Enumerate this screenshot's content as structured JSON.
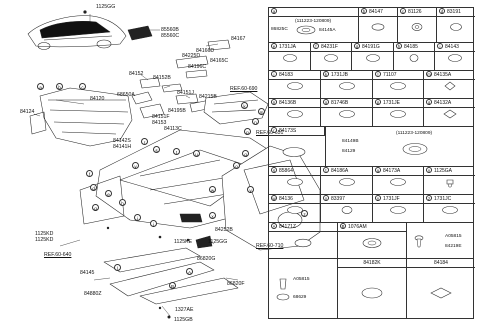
{
  "callouts": {
    "c1125GG": "1125GG",
    "c85560B": "85560B",
    "c85560C": "85560C",
    "c84167": "84167",
    "c84166D": "84166D",
    "c84225D": "84225D",
    "c84165C": "84165C",
    "c84196C": "84196C",
    "c84152": "84152",
    "c84152B": "84152B",
    "c84151J": "84151J",
    "c84215B": "84215B",
    "c84120": "84120",
    "c68650A": "68650A",
    "c84124": "84124",
    "c84151F": "84151F",
    "c84153": "84153",
    "c84195B": "84195B",
    "c84113C": "84113C",
    "c84142S": "84142S",
    "c84141H": "84141H",
    "c84252B": "84252B",
    "c1125KE": "1125KE",
    "c1125GG_2": "1125GG",
    "c1125KD_a": "1125KD",
    "c1125KD_b": "1125KD",
    "c86820G": "86820G",
    "c84145": "84145",
    "c86820F": "86820F",
    "c84880Z": "84880Z",
    "c1327AE": "1327AE",
    "c1125GB": "1125GB"
  },
  "refs": {
    "r690": "REF.60-690",
    "r651": "REF.60-651",
    "r640": "REF.60-640",
    "r710": "REF.60-710"
  },
  "bubbles": [
    "a",
    "b",
    "c",
    "d",
    "e",
    "f",
    "g",
    "h",
    "i",
    "j",
    "k",
    "l",
    "m",
    "n",
    "o",
    "p",
    "q",
    "r",
    "s",
    "t",
    "u",
    "v",
    "w",
    "x",
    "y",
    "z",
    "A",
    "B"
  ],
  "table": {
    "rowA": {
      "id": "a",
      "sub": "(111223-120809)",
      "p1": "86825C",
      "p2": "84145A"
    },
    "row1": [
      {
        "id": "b",
        "num": "84147"
      },
      {
        "id": "c",
        "num": "81126"
      },
      {
        "id": "d",
        "num": "83191"
      }
    ],
    "row2": [
      {
        "id": "e",
        "num": "1731JA"
      },
      {
        "id": "f",
        "num": "84231F"
      },
      {
        "id": "g",
        "num": "84191G"
      },
      {
        "id": "h",
        "num": "84185"
      },
      {
        "id": "i",
        "num": "84143"
      }
    ],
    "row3": [
      {
        "id": "j",
        "num": "84183"
      },
      {
        "id": "k",
        "num": "1731JB"
      },
      {
        "id": "l",
        "num": "71107"
      },
      {
        "id": "m",
        "num": "84135A"
      }
    ],
    "row4": [
      {
        "id": "n",
        "num": "84136B"
      },
      {
        "id": "o",
        "num": "81746B"
      },
      {
        "id": "p",
        "num": "1731JE"
      },
      {
        "id": "q",
        "num": "84132A"
      }
    ],
    "rowR": {
      "id": "r",
      "num": "84173S",
      "sub": "(111223-120809)",
      "p1": "84149B",
      "p2": "84129"
    },
    "row5": [
      {
        "id": "s",
        "num": "85864"
      },
      {
        "id": "t",
        "num": "84186A"
      },
      {
        "id": "u",
        "num": "84173A"
      },
      {
        "id": "v",
        "num": "1125GA"
      }
    ],
    "row6": [
      {
        "id": "w",
        "num": "84136"
      },
      {
        "id": "x",
        "num": "83397"
      },
      {
        "id": "y",
        "num": "1731JF"
      },
      {
        "id": "z",
        "num": "1731JC"
      }
    ],
    "row7": {
      "c1": {
        "id": "A",
        "num": "84171Z"
      },
      "c2": {
        "id": "B",
        "num": "1076AM"
      },
      "c3": {
        "p1": "A05815",
        "p2": "84219E"
      }
    },
    "row8": {
      "c1": {
        "p1": "A05815",
        "p2": "68629"
      },
      "c2": {
        "num": "84182K"
      },
      "c3": {
        "num": "84184"
      }
    }
  }
}
